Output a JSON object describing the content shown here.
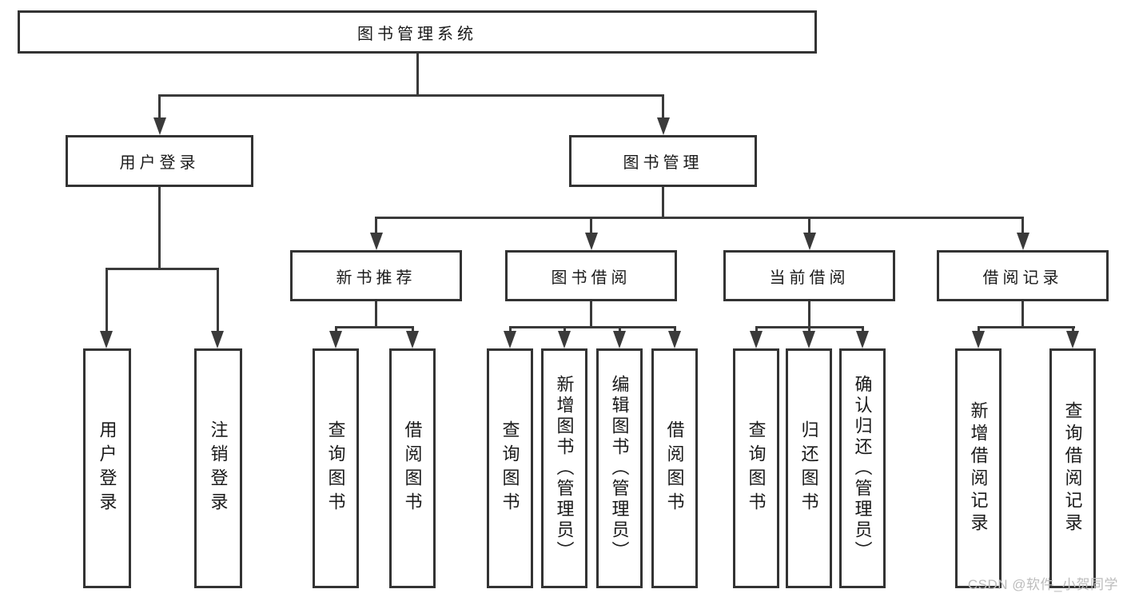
{
  "colors": {
    "background": "#ffffff",
    "box_border": "#333333",
    "connector_line": "#3a3a3a",
    "text": "#1a1a1a",
    "watermark": "#bcbcbc"
  },
  "tree": {
    "root": "图书管理系统",
    "branches": [
      {
        "label": "用户登录",
        "children": [
          "用户登录",
          "注销登录"
        ]
      },
      {
        "label": "图书管理",
        "modules": [
          {
            "label": "新书推荐",
            "children": [
              "查询图书",
              "借阅图书"
            ]
          },
          {
            "label": "图书借阅",
            "children": [
              "查询图书",
              "新增图书（管理员）",
              "编辑图书（管理员）",
              "借阅图书"
            ]
          },
          {
            "label": "当前借阅",
            "children": [
              "查询图书",
              "归还图书",
              "确认归还（管理员）"
            ]
          },
          {
            "label": "借阅记录",
            "children": [
              "新增借阅记录",
              "查询借阅记录"
            ]
          }
        ]
      }
    ]
  },
  "watermark": "CSDN @软件_小贺同学"
}
